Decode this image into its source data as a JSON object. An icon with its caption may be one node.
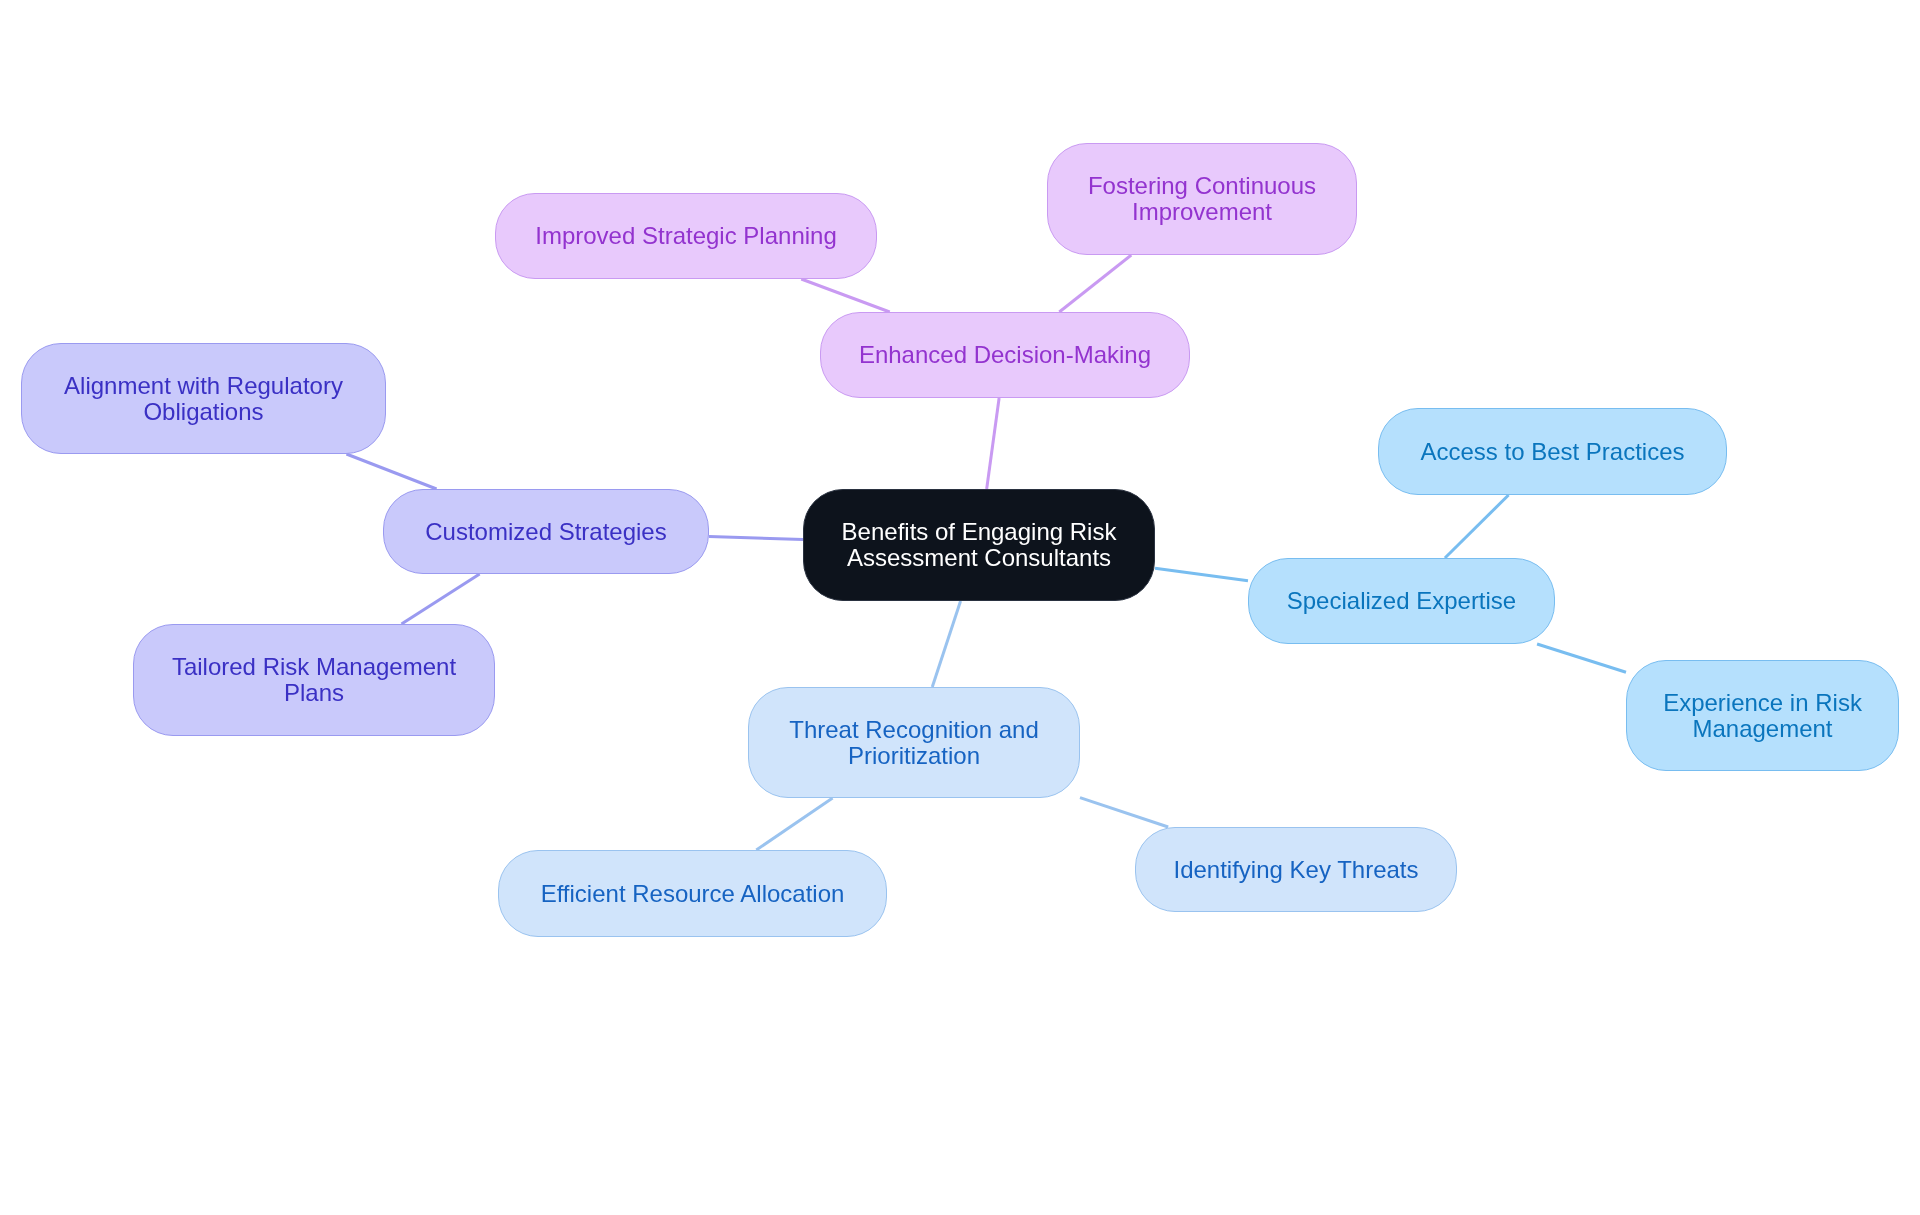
{
  "diagram": {
    "nodes": [
      {
        "text": [
          "Benefits of Engaging Risk Assessment Consultants"
        ]
      },
      {
        "text": [
          "Enhanced Decision-Making"
        ]
      },
      {
        "text": [
          "Improved Strategic Planning"
        ]
      },
      {
        "text": [
          "Fostering Continuous Improvement"
        ]
      },
      {
        "text": [
          "Customized Strategies"
        ]
      },
      {
        "text": [
          "Alignment with Regulatory Obligations"
        ]
      },
      {
        "text": [
          "Tailored Risk Management Plans"
        ]
      },
      {
        "text": [
          "Specialized Expertise"
        ]
      },
      {
        "text": [
          "Access to Best Practices"
        ]
      },
      {
        "text": [
          "Experience in Risk Management"
        ]
      },
      {
        "text": [
          "Threat Recognition and Prioritization"
        ]
      },
      {
        "text": [
          "Efficient Resource Allocation"
        ]
      },
      {
        "text": [
          "Identifying Key Threats"
        ]
      }
    ],
    "edges": [
      {
        "from": 0,
        "to": 1,
        "arrow": "none",
        "color": "#c99af2"
      },
      {
        "from": 1,
        "to": 2,
        "arrow": "none",
        "color": "#c99af2"
      },
      {
        "from": 1,
        "to": 3,
        "arrow": "none",
        "color": "#c99af2"
      },
      {
        "from": 0,
        "to": 4,
        "arrow": "none",
        "color": "#9a9af0"
      },
      {
        "from": 4,
        "to": 5,
        "arrow": "none",
        "color": "#9a9af0"
      },
      {
        "from": 4,
        "to": 6,
        "arrow": "none",
        "color": "#9a9af0"
      },
      {
        "from": 0,
        "to": 7,
        "arrow": "none",
        "color": "#78bdf0"
      },
      {
        "from": 7,
        "to": 8,
        "arrow": "none",
        "color": "#78bdf0"
      },
      {
        "from": 7,
        "to": 9,
        "arrow": "none",
        "color": "#78bdf0"
      },
      {
        "from": 0,
        "to": 10,
        "arrow": "none",
        "color": "#9ac3ef"
      },
      {
        "from": 10,
        "to": 11,
        "arrow": "none",
        "color": "#9ac3ef"
      },
      {
        "from": 10,
        "to": 12,
        "arrow": "none",
        "color": "#9ac3ef"
      }
    ]
  }
}
